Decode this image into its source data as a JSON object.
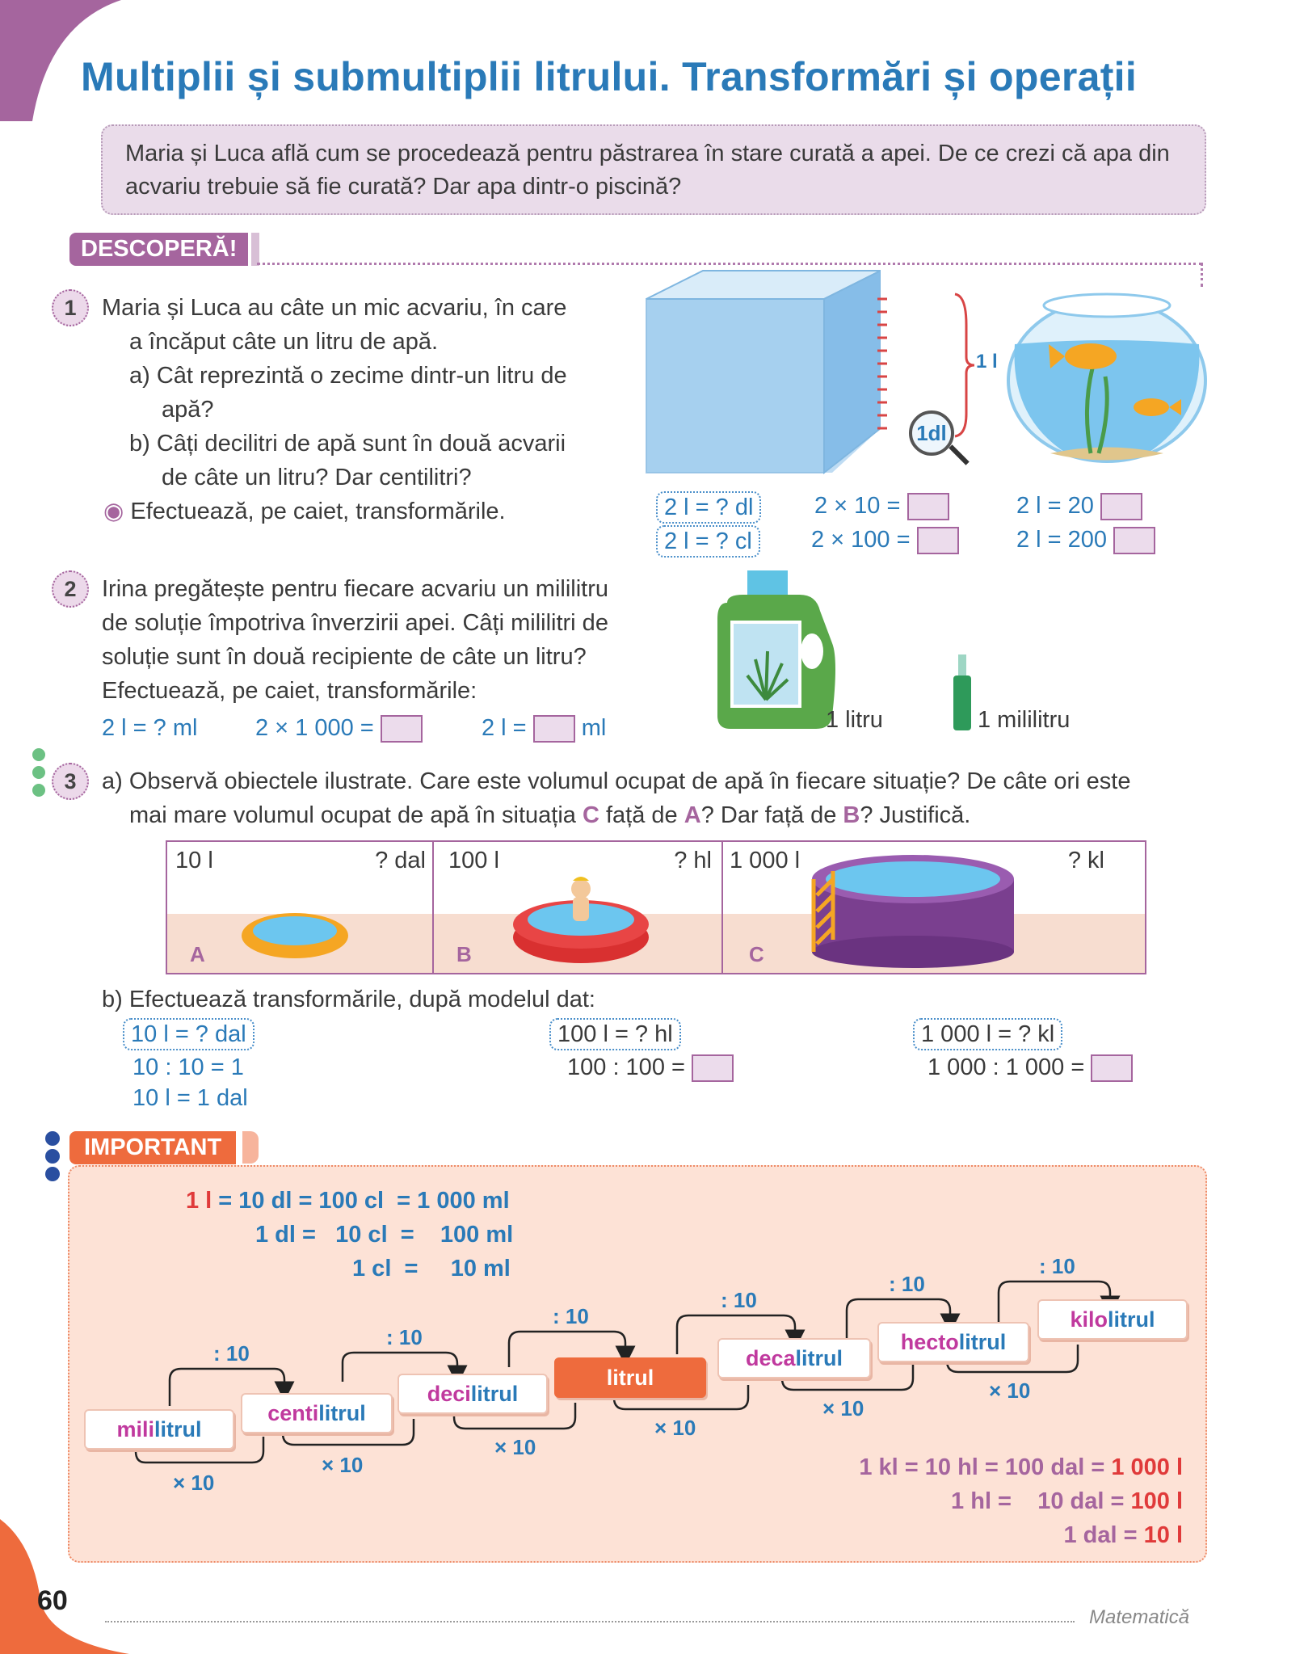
{
  "title": "Multiplii și submultiplii litrului. Transformări și operații",
  "intro": "Maria și Luca află cum se procedează pentru păstrarea în stare curată a apei. De ce crezi că apa din acvariu trebuie să fie curată? Dar apa dintr-o piscină?",
  "discover_badge": "DESCOPERĂ!",
  "ex1": {
    "number": "1",
    "lines": [
      "Maria și Luca au câte un mic acvariu, în care",
      "a încăput câte un litru de apă.",
      "a) Cât reprezintă o zecime dintr-un litru de",
      "apă?",
      "b) Câți decilitri de apă sunt în două acvarii",
      "de câte un litru? Dar centilitri?"
    ],
    "bullet": "Efectuează, pe caiet, transformările.",
    "scale_label": "1 l",
    "magnifier": "1dl",
    "conv1": "2 l = ? dl",
    "conv2": "2 l = ? cl",
    "calc1": "2 ×  10 =",
    "calc2": "2 × 100 =",
    "res1": "2 l = 20",
    "res2": "2 l = 200"
  },
  "ex2": {
    "number": "2",
    "lines": [
      "Irina pregătește pentru fiecare acvariu un mililitru",
      "de soluție împotriva înverzirii apei. Câți mililitri de",
      "soluție sunt în două recipiente de câte un litru?",
      "Efectuează, pe caiet, transformările:"
    ],
    "f1": "2 l = ? ml",
    "f2": "2 × 1 000 =",
    "f3a": "2 l =",
    "f3b": "ml",
    "label_bottle": "1 litru",
    "label_vial": "1 mililitru"
  },
  "ex3": {
    "number": "3",
    "line1": "a) Observă obiectele ilustrate. Care este volumul ocupat de apă în fiecare situație? De câte ori este",
    "line2a": "mai mare volumul ocupat de apă în situația ",
    "C": "C",
    "line2b": " față de ",
    "A": "A",
    "line2c": "? Dar față de ",
    "B": "B",
    "line2d": "? Justifică.",
    "scenes": [
      {
        "left": "10 l",
        "right": "? dal",
        "letter": "A"
      },
      {
        "left": "100 l",
        "right": "? hl",
        "letter": "B"
      },
      {
        "left": "1 000 l",
        "right": "? kl",
        "letter": "C"
      }
    ],
    "b_text": "b) Efectuează transformările, după modelul dat:",
    "m1": "10 l = ? dal",
    "m2": "10 : 10 = 1",
    "m3": "10 l = 1 dal",
    "n1": "100 l = ? hl",
    "n2": "100 : 100 =",
    "k1": "1 000 l = ? kl",
    "k2": "1 000 : 1 000 ="
  },
  "important": {
    "badge": "IMPORTANT",
    "eq1_a": "1 l",
    "eq1_b": " = 10 dl = 100 cl  = 1 000 ml",
    "eq2": "1 dl =   10 cl  =    100 ml",
    "eq3": "1 cl  =     10 ml",
    "units": [
      {
        "prefix": "mili",
        "root": "litrul"
      },
      {
        "prefix": "centi",
        "root": "litrul"
      },
      {
        "prefix": "deci",
        "root": "litrul"
      },
      {
        "prefix": "",
        "root": "litrul"
      },
      {
        "prefix": "deca",
        "root": "litrul"
      },
      {
        "prefix": "hecto",
        "root": "litrul"
      },
      {
        "prefix": "kilo",
        "root": "litrul"
      }
    ],
    "div": ": 10",
    "mul": "× 10",
    "eq4_a": "1 kl = 10 hl = 100 dal = ",
    "eq4_b": "1 000 l",
    "eq5_a": "1 hl =    10 dal = ",
    "eq5_b": "100 l",
    "eq6_a": "1 dal = ",
    "eq6_b": "10 l"
  },
  "footer": {
    "page": "60",
    "subject": "Matematică"
  },
  "colors": {
    "blue": "#2a7ab8",
    "purple": "#a5659e",
    "orange": "#ee6b3d",
    "red": "#e03a3a"
  }
}
